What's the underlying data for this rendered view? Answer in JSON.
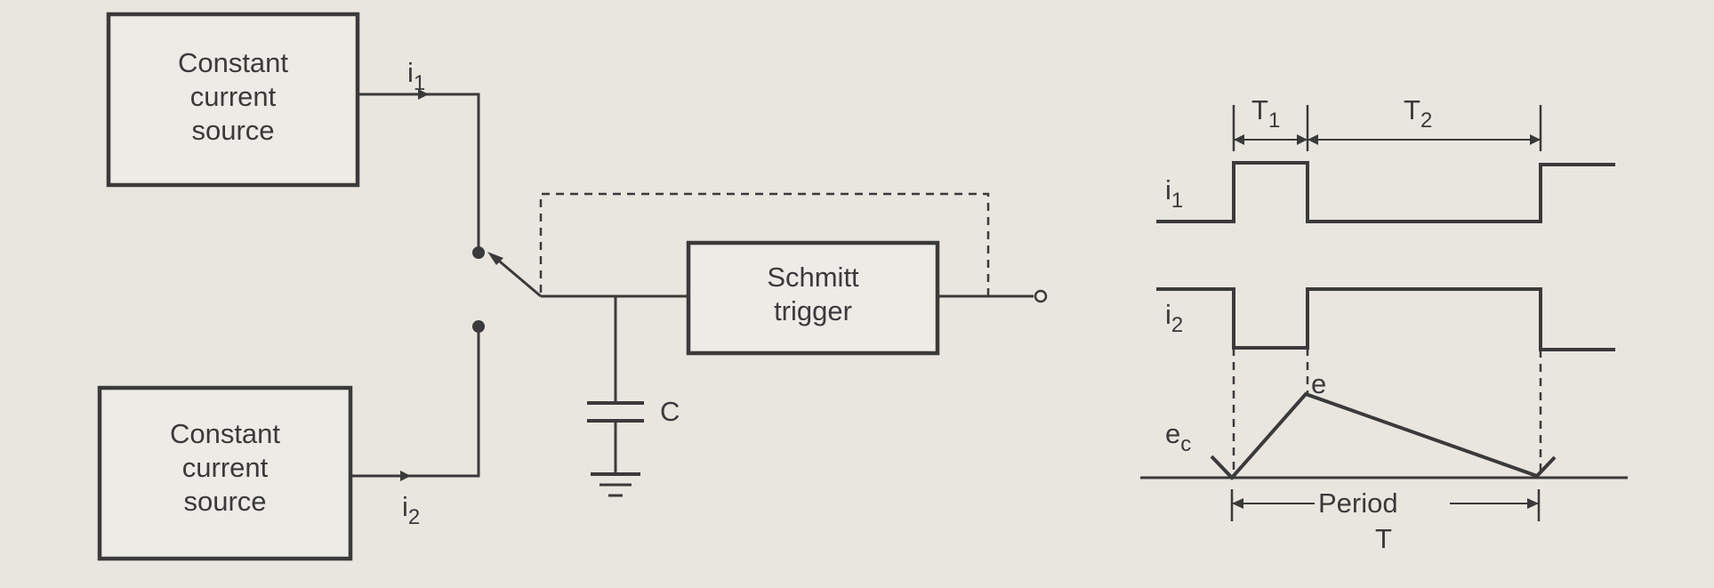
{
  "circuit": {
    "source_top": {
      "lines": [
        "Constant",
        "current",
        "source"
      ]
    },
    "source_bottom": {
      "lines": [
        "Constant",
        "current",
        "source"
      ]
    },
    "schmitt": {
      "lines": [
        "Schmitt",
        "trigger"
      ]
    },
    "current_top": {
      "main": "i",
      "sub": "1"
    },
    "current_bottom": {
      "main": "i",
      "sub": "2"
    },
    "capacitor_label": "C"
  },
  "waveforms": {
    "t1": {
      "main": "T",
      "sub": "1"
    },
    "t2": {
      "main": "T",
      "sub": "2"
    },
    "i1": {
      "main": "i",
      "sub": "1"
    },
    "i2": {
      "main": "i",
      "sub": "2"
    },
    "ec": {
      "main": "e",
      "sub": "c"
    },
    "e_peak": "e",
    "period_label": "Period",
    "period_symbol": "T"
  }
}
